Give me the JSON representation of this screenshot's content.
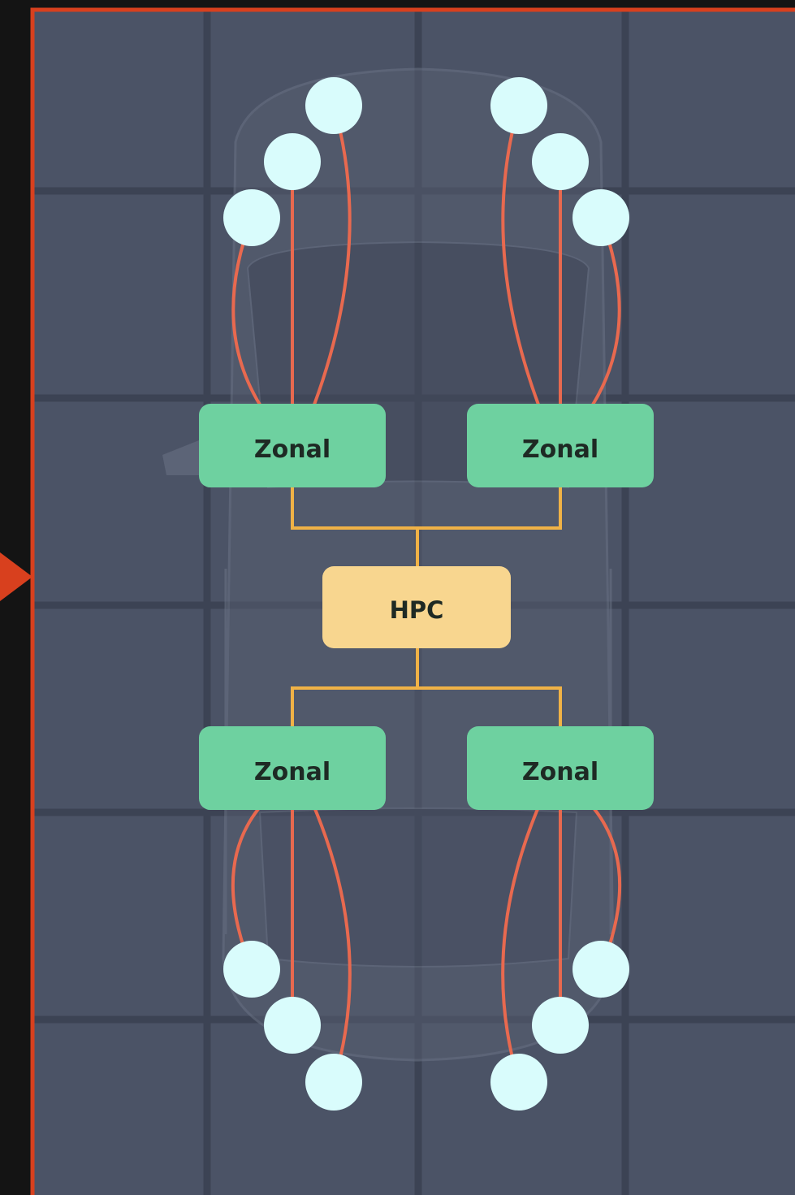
{
  "diagram": {
    "colors": {
      "page_bg": "#141414",
      "panel_bg": "#4b5366",
      "panel_border": "#d8401e",
      "tile_line": "#3c4354",
      "zonal_fill": "#6ed1a0",
      "hpc_fill": "#f8d68f",
      "trunk_wire": "#f0b246",
      "sensor_wire": "#e8694f",
      "sensor_fill": "#d9fcfc",
      "label_text": "#1e2a24"
    },
    "nodes": {
      "zonal_front_left": {
        "label": "Zonal"
      },
      "zonal_front_right": {
        "label": "Zonal"
      },
      "hpc": {
        "label": "HPC"
      },
      "zonal_rear_left": {
        "label": "Zonal"
      },
      "zonal_rear_right": {
        "label": "Zonal"
      }
    },
    "sensors_per_zone": 3,
    "icons": {
      "pointer": "arrow-right-icon",
      "vehicle": "car-icon"
    }
  }
}
